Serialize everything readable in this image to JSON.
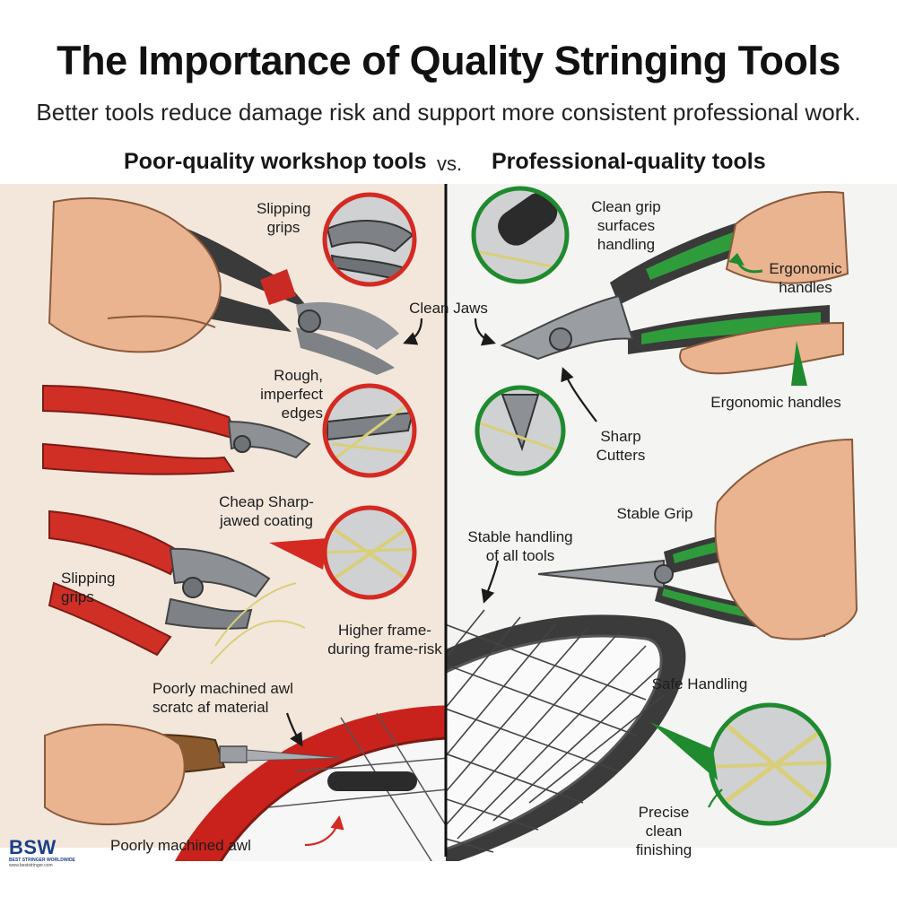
{
  "header": {
    "title": "The Importance of Quality Stringing Tools",
    "subtitle": "Better tools reduce damage risk and support more consistent professional work."
  },
  "columns": {
    "left_heading": "Poor-quality workshop tools",
    "vs": "vs.",
    "right_heading": "Professional-quality tools"
  },
  "left_labels": {
    "slipping_grips_top": "Slipping\ngrips",
    "clean_jaws": "Clean Jaws",
    "rough_edges": "Rough,\nimperfect\nedges",
    "cheap_coating": "Cheap Sharp-\njawed coating",
    "slipping_grips_mid": "Slipping\ngrips",
    "higher_frame_risk": "Higher frame-\nduring frame-risk",
    "poor_awl_scratch": "Poorly machined awl\nscratc af material",
    "poor_awl": "Poorly machined awl"
  },
  "right_labels": {
    "clean_grip": "Clean grip\nsurfaces\nhandling",
    "ergonomic_top": "Ergonomic\nhandles",
    "ergonomic_mid": "Ergonomic handles",
    "sharp_cutters": "Sharp\nCutters",
    "stable_grip": "Stable Grip",
    "stable_handling": "Stable handling\nof all tools",
    "safe_handling": "Safe Handling",
    "precise_finishing": "Precise\nclean\nfinishing"
  },
  "brand": {
    "name": "BSW",
    "tagline": "BEST STRINGER WORLDWIDE",
    "url": "www.beststringer.com"
  },
  "colors": {
    "poor_accent": "#d42a22",
    "pro_accent": "#1f8a2e",
    "skin": "#e9b48f",
    "metal": "#8d9196",
    "dark_handle": "#3a3a3a"
  }
}
